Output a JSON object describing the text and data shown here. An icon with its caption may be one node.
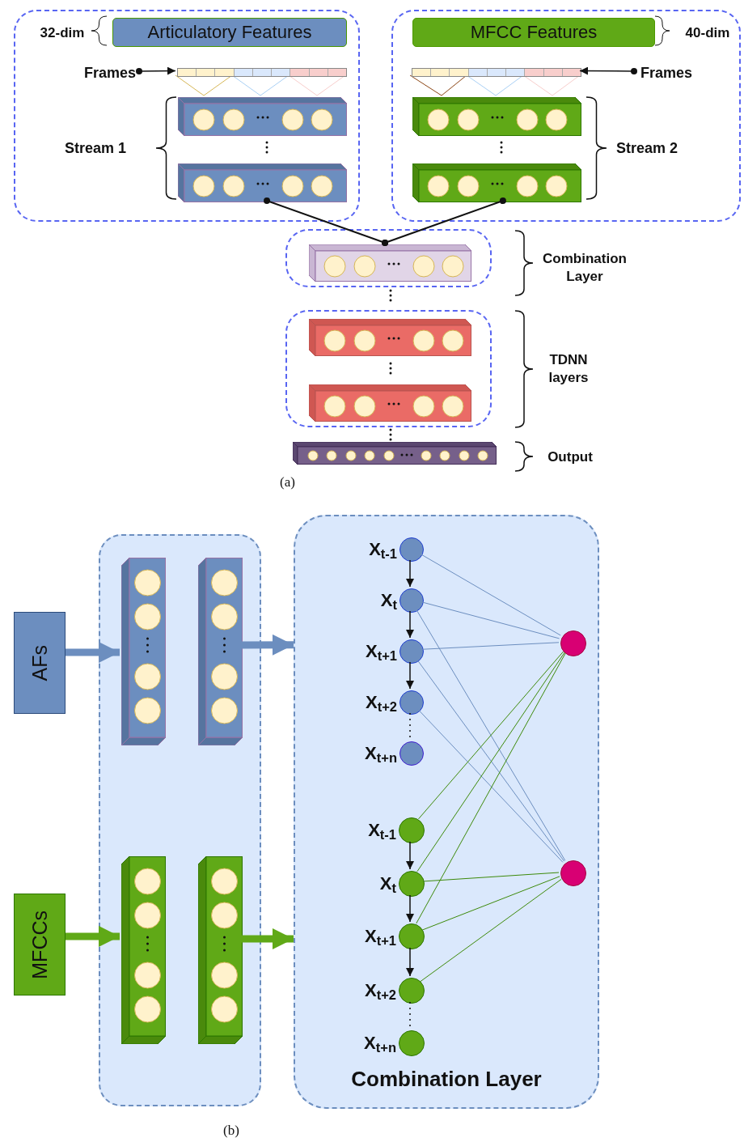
{
  "diagram": {
    "nodes": [
      {
        "text": [],
        "shape": "box"
      },
      {
        "text": [
          "Articulatory Features"
        ],
        "in": 0,
        "beside": [
          "32-dim"
        ]
      },
      {
        "text": [
          "Frames"
        ],
        "in": 0
      },
      {
        "text": [],
        "shape": "bar",
        "in": 0
      },
      {
        "text": [],
        "shape": "box",
        "in": 0
      },
      {
        "text": [],
        "shape": "box",
        "in": 0
      },
      {
        "text": [],
        "shape": "box"
      },
      {
        "text": [
          "MFCC Features"
        ],
        "in": 6,
        "beside": [
          "40-dim"
        ]
      },
      {
        "text": [
          "Frames"
        ],
        "in": 6
      },
      {
        "text": [],
        "shape": "bar",
        "in": 6
      },
      {
        "text": [],
        "shape": "box",
        "in": 6
      },
      {
        "text": [],
        "shape": "box",
        "in": 6
      },
      {
        "text": [],
        "shape": "box",
        "beside": [
          "Combination Layer"
        ]
      },
      {
        "text": [],
        "shape": "box",
        "in": 12
      },
      {
        "text": [],
        "shape": "box"
      },
      {
        "text": [],
        "shape": "box",
        "in": 14
      },
      {
        "text": [],
        "shape": "box",
        "in": 14
      },
      {
        "text": [],
        "shape": "box",
        "beside": [
          "Output"
        ]
      },
      {
        "text": [
          "AFs"
        ]
      },
      {
        "text": [
          "MFCCs"
        ]
      },
      {
        "text": [],
        "shape": "box"
      },
      {
        "text": [],
        "shape": "box",
        "in": 20
      },
      {
        "text": [],
        "shape": "box",
        "in": 20
      },
      {
        "text": [],
        "shape": "box",
        "in": 20
      },
      {
        "text": [],
        "shape": "box",
        "in": 20
      },
      {
        "text": [
          "Combination Layer"
        ]
      },
      {
        "text": [],
        "shape": "circle",
        "in": 25,
        "beside": [
          "X$_{t-1}$"
        ]
      },
      {
        "text": [],
        "shape": "circle",
        "in": 25,
        "beside": [
          "X$_{t}$"
        ]
      },
      {
        "text": [],
        "shape": "circle",
        "in": 25,
        "beside": [
          "X$_{t+1}$"
        ]
      },
      {
        "text": [],
        "shape": "circle",
        "in": 25,
        "beside": [
          "X$_{t+2}$"
        ]
      },
      {
        "text": [],
        "shape": "circle",
        "in": 25,
        "beside": [
          "X$_{t+n}$"
        ]
      },
      {
        "text": [],
        "shape": "circle",
        "in": 25,
        "beside": [
          "X$_{t-1}$"
        ]
      },
      {
        "text": [],
        "shape": "circle",
        "in": 25,
        "beside": [
          "X$_{t}$"
        ]
      },
      {
        "text": [],
        "shape": "circle",
        "in": 25,
        "beside": [
          "X$_{t+1}$"
        ]
      },
      {
        "text": [],
        "shape": "circle",
        "in": 25,
        "beside": [
          "X$_{t+2}$"
        ]
      },
      {
        "text": [],
        "shape": "circle",
        "in": 25,
        "beside": [
          "X$_{t+n}$"
        ]
      },
      {
        "text": [],
        "shape": "circle",
        "in": 25
      },
      {
        "text": [],
        "shape": "circle",
        "in": 25
      }
    ],
    "edges": [
      {
        "from": 2,
        "to": 3,
        "arrow": "to"
      },
      {
        "from": 8,
        "to": 9,
        "arrow": "to"
      },
      {
        "from": 5,
        "to": 13,
        "arrow": "other"
      },
      {
        "from": 11,
        "to": 13,
        "arrow": "other"
      },
      {
        "from": 18,
        "to": 21,
        "arrow": "to",
        "style": "thick",
        "color": "#6c8ebf"
      },
      {
        "from": 22,
        "to": 25,
        "arrow": "to",
        "style": "thick",
        "color": "#6c8ebf"
      },
      {
        "from": 19,
        "to": 23,
        "arrow": "to",
        "style": "thick",
        "color": "#60a917"
      },
      {
        "from": 24,
        "to": 25,
        "arrow": "to",
        "style": "thick",
        "color": "#60a917"
      },
      {
        "from": 26,
        "to": 27,
        "arrow": "to"
      },
      {
        "from": 27,
        "to": 28,
        "arrow": "to"
      },
      {
        "from": 28,
        "to": 29,
        "arrow": "to"
      },
      {
        "from": 29,
        "to": 30,
        "arrow": "none",
        "style": "dashed"
      },
      {
        "from": 31,
        "to": 32,
        "arrow": "to"
      },
      {
        "from": 32,
        "to": 33,
        "arrow": "to"
      },
      {
        "from": 33,
        "to": 34,
        "arrow": "to"
      },
      {
        "from": 34,
        "to": 35,
        "arrow": "none",
        "style": "dashed"
      },
      {
        "from": 26,
        "to": 36,
        "arrow": "none",
        "color": "#6c8ebf"
      },
      {
        "from": 27,
        "to": 36,
        "arrow": "none",
        "color": "#6c8ebf"
      },
      {
        "from": 28,
        "to": 36,
        "arrow": "none",
        "color": "#6c8ebf"
      },
      {
        "from": 27,
        "to": 37,
        "arrow": "none",
        "color": "#6c8ebf"
      },
      {
        "from": 28,
        "to": 37,
        "arrow": "none",
        "color": "#6c8ebf"
      },
      {
        "from": 29,
        "to": 37,
        "arrow": "none",
        "color": "#6c8ebf"
      },
      {
        "from": 31,
        "to": 36,
        "arrow": "none",
        "color": "#3d8a0a"
      },
      {
        "from": 32,
        "to": 36,
        "arrow": "none",
        "color": "#3d8a0a"
      },
      {
        "from": 33,
        "to": 36,
        "arrow": "none",
        "color": "#3d8a0a"
      },
      {
        "from": 32,
        "to": 37,
        "arrow": "none",
        "color": "#3d8a0a"
      },
      {
        "from": 33,
        "to": 37,
        "arrow": "none",
        "color": "#3d8a0a"
      },
      {
        "from": 34,
        "to": 37,
        "arrow": "none",
        "color": "#3d8a0a"
      }
    ],
    "labels": [
      "Stream 1",
      "Stream 2",
      "TDNN layers",
      "(a)",
      "(b)"
    ]
  }
}
